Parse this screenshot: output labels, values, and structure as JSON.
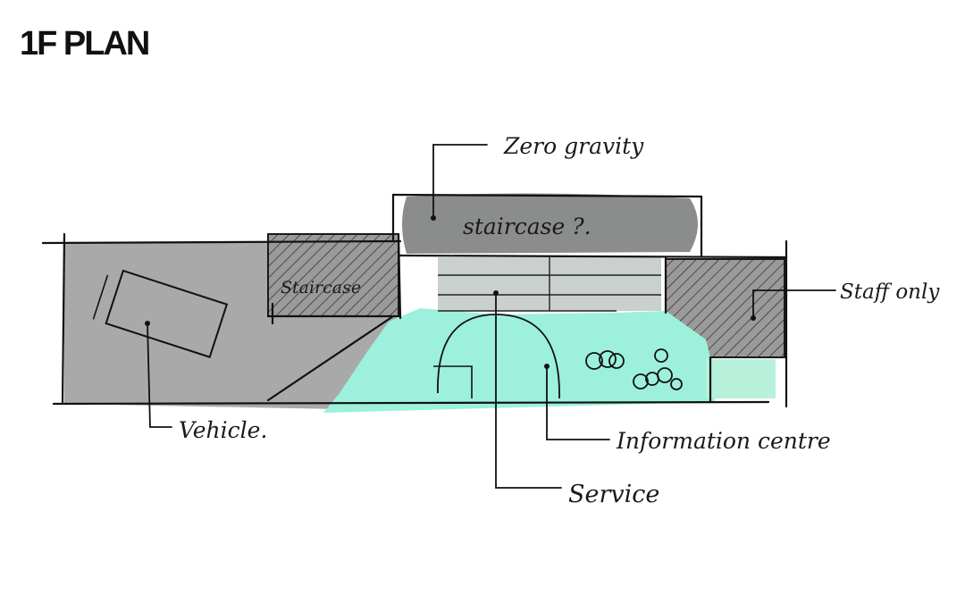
{
  "header": {
    "title": "1F PLAN"
  },
  "labels": {
    "zero_gravity": "Zero gravity",
    "staircase_upper": "staircase ?.",
    "staircase_left": "Staircase",
    "staff_only": "Staff only",
    "vehicle": "Vehicle.",
    "information_centre": "Information centre",
    "service": "Service"
  },
  "colors": {
    "dark_gray": "#8a8d8b",
    "mid_gray": "#a9a9a9",
    "mint": "#9cf0dc",
    "light_panel": "#c9d0cd",
    "ink": "#111111"
  }
}
